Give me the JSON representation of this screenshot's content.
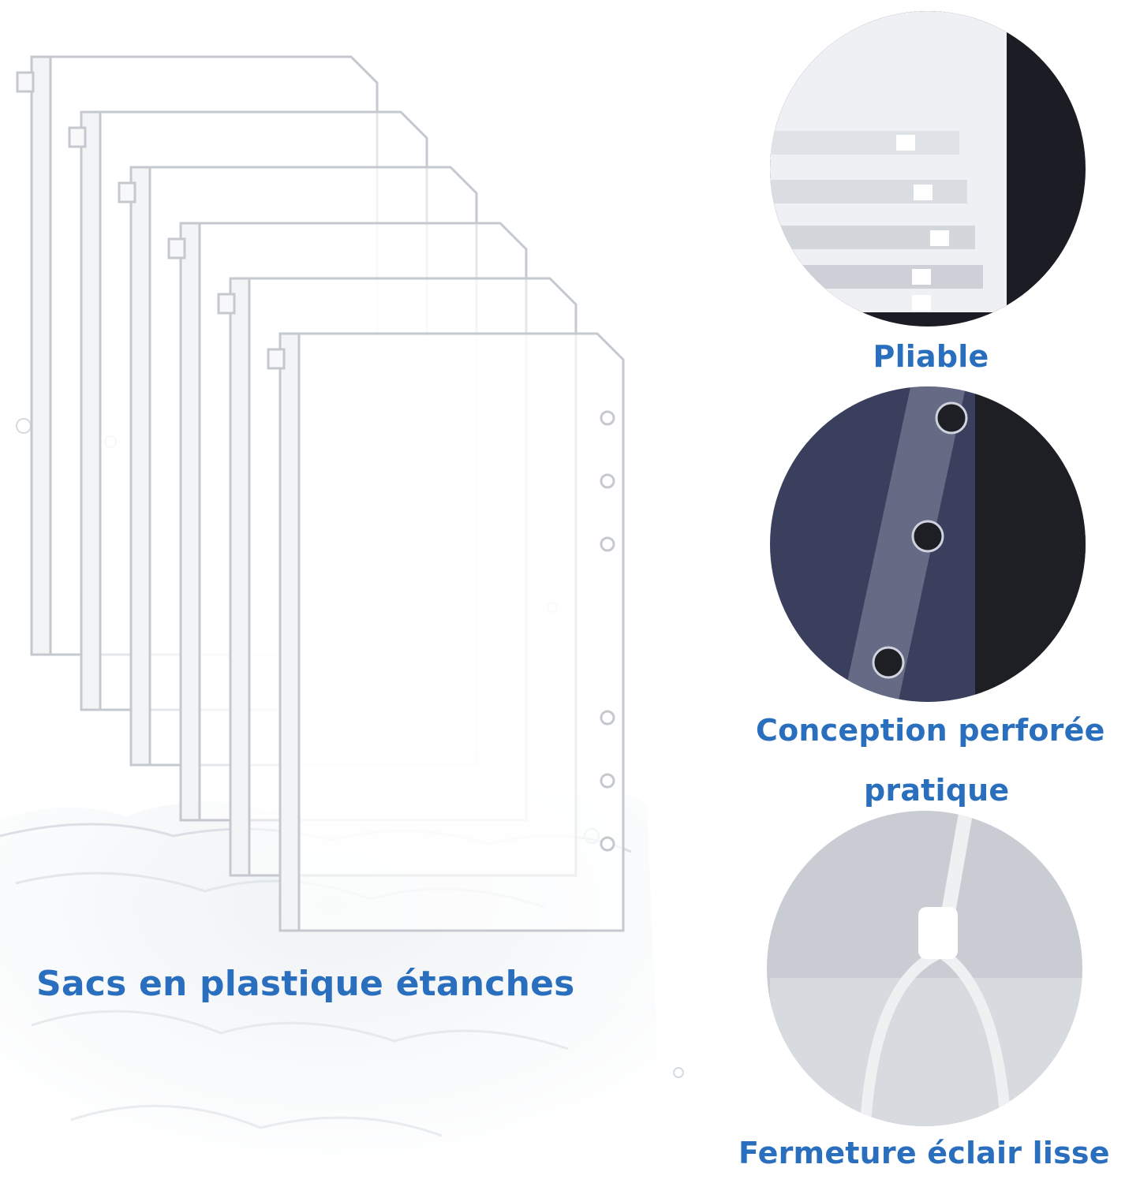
{
  "main_caption": "Sacs en plastique étanches",
  "features": [
    {
      "lines": [
        "Pliable"
      ]
    },
    {
      "lines": [
        "Conception perforée",
        "pratique"
      ]
    },
    {
      "lines": [
        "Fermeture éclair lisse"
      ]
    }
  ],
  "colors": {
    "caption": "#2a6fbd",
    "background": "#ffffff",
    "circle_dark": "#1b1c24",
    "circle_navy": "#3b3f5e",
    "circle_grey": "#c9ccd2"
  },
  "icons": [
    "binder-pouch",
    "water-splash",
    "zipper-slider",
    "punch-hole"
  ]
}
